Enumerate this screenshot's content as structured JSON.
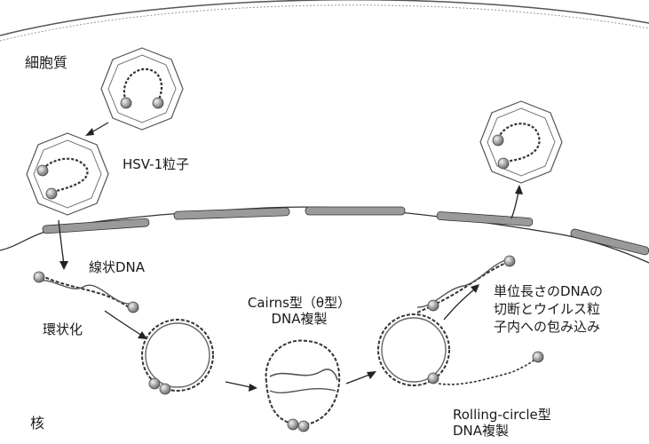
{
  "labels": {
    "cytoplasm": "細胞質",
    "nucleus": "核",
    "particle": "HSV-1粒子",
    "linear_dna": "線状DNA",
    "circularization": "環状化",
    "cairns_line1": "Cairns型（θ型）",
    "cairns_line2": "DNA複製",
    "rolling_line1": "Rolling-circle型",
    "rolling_line2": "DNA複製",
    "packaging_line1": "単位長さのDNAの",
    "packaging_line2": "切断とウイルス粒",
    "packaging_line3": "子内への包み込み"
  },
  "colors": {
    "ink": "#1a1a1a",
    "membrane": "#888888",
    "bead": "#9a9a9a"
  }
}
